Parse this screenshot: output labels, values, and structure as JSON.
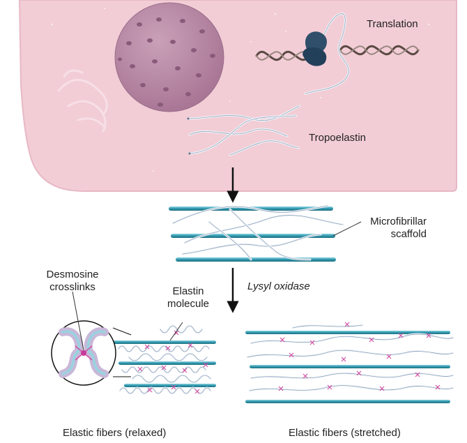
{
  "labels": {
    "translation": "Translation",
    "tropoelastin": "Tropoelastin",
    "microfibrillar_line1": "Microfibrillar",
    "microfibrillar_line2": "scaffold",
    "lysyl_oxidase": "Lysyl oxidase",
    "desmosine_line1": "Desmosine",
    "desmosine_line2": "crosslinks",
    "elastin_line1": "Elastin",
    "elastin_line2": "molecule",
    "relaxed": "Elastic fibers (relaxed)",
    "stretched": "Elastic fibers (stretched)"
  },
  "colors": {
    "cell": "#f2cdd6",
    "cell_border": "#e3b2bf",
    "nucleus": "#b98aa6",
    "nucleus_spot": "#8e5e7f",
    "ribosome": "#2b4a63",
    "mrna": "#6b5a52",
    "fiber_white": "#f4f7fb",
    "fiber_stroke": "#8aa0b8",
    "microfibril": "#2f98ad",
    "crosslink": "#d04ea3"
  }
}
